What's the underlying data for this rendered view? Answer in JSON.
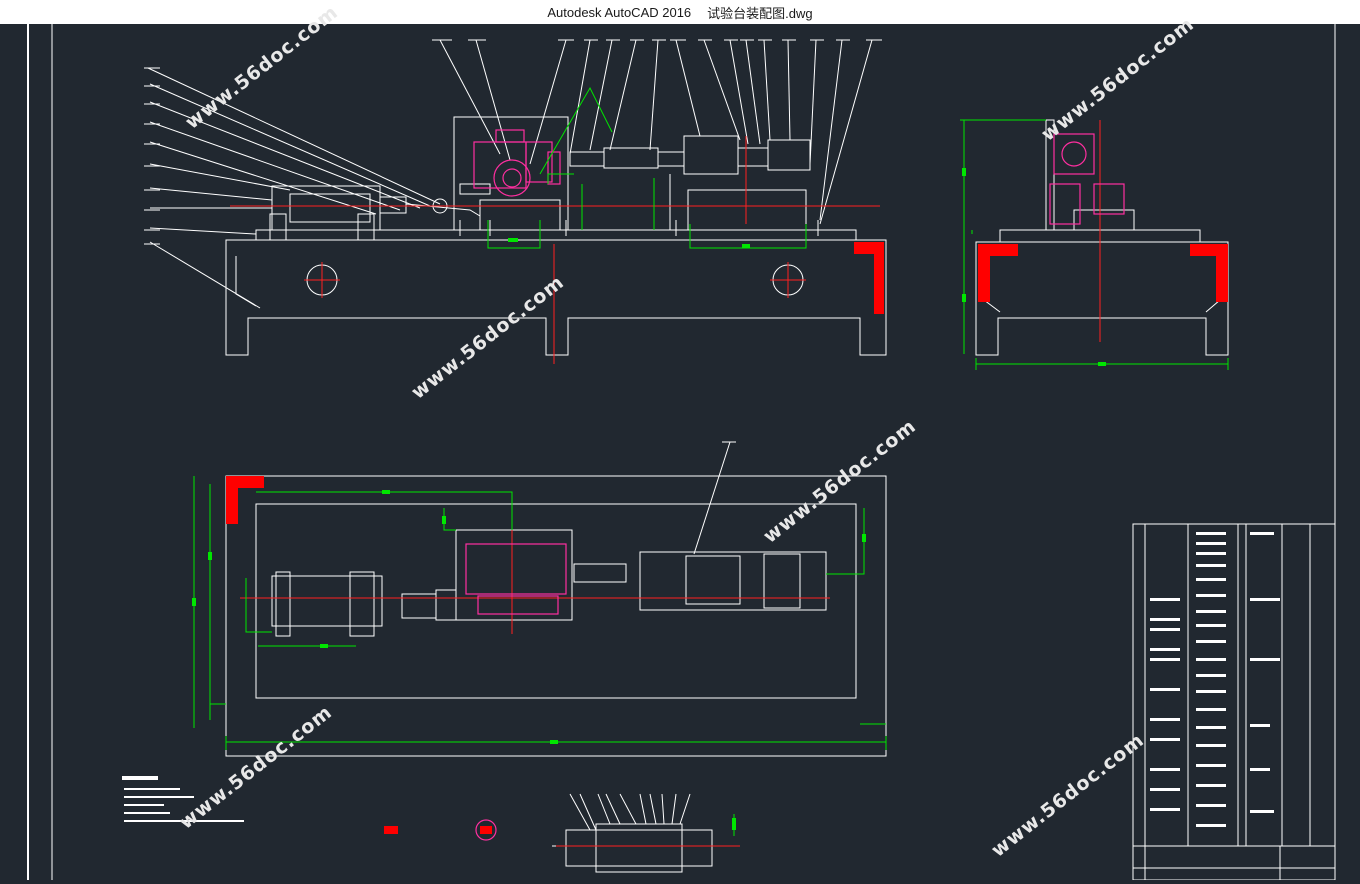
{
  "window": {
    "app_title": "Autodesk AutoCAD 2016",
    "file_name": "试验台装配图.dwg"
  },
  "watermark": {
    "text": "www.56doc.com"
  },
  "colors": {
    "background": "#212830",
    "line": "#ffffff",
    "dimension": "#00e600",
    "center": "#ff2020",
    "part": "#ff2fa0",
    "hatch": "#ff0000"
  }
}
